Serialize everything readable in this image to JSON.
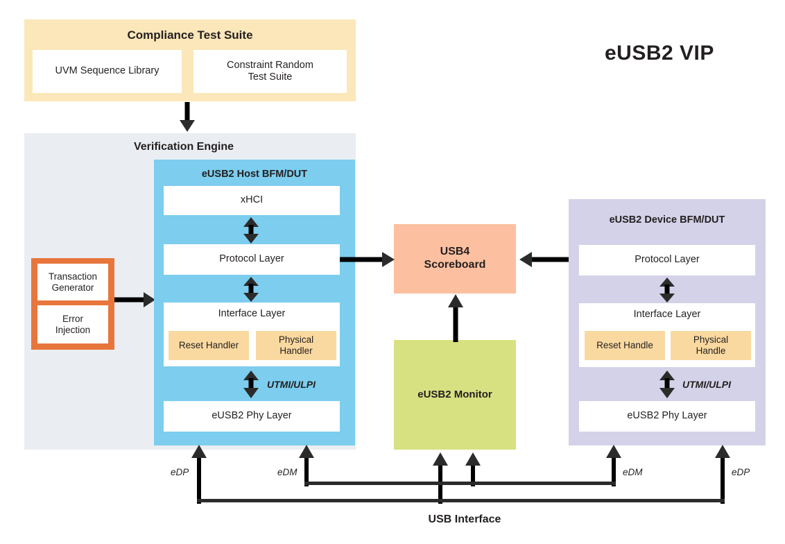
{
  "diagram": {
    "title": "eUSB2  VIP",
    "bus_label": "USB Interface"
  },
  "compliance": {
    "heading": "Compliance Test Suite",
    "items": [
      {
        "label": "UVM Sequence Library"
      },
      {
        "label": "Constraint Random\nTest Suite"
      }
    ]
  },
  "verification_engine": {
    "heading": "Verification Engine"
  },
  "stimulus": {
    "items": [
      {
        "label": "Transaction\nGenerator"
      },
      {
        "label": "Error\nInjection"
      }
    ]
  },
  "host": {
    "heading": "eUSB2 Host BFM/DUT",
    "layers": [
      {
        "label": "xHCI"
      },
      {
        "label": "Protocol Layer"
      },
      {
        "label": "Interface Layer"
      },
      {
        "label": "eUSB2 Phy Layer"
      }
    ],
    "handlers": [
      {
        "label": "Reset Handler"
      },
      {
        "label": "Physical\nHandler"
      }
    ],
    "phy_bus_label": "UTMI/ULPI"
  },
  "device": {
    "heading": "eUSB2 Device BFM/DUT",
    "layers": [
      {
        "label": "Protocol Layer"
      },
      {
        "label": "Interface Layer"
      },
      {
        "label": "eUSB2 Phy Layer"
      }
    ],
    "handlers": [
      {
        "label": "Reset Handle"
      },
      {
        "label": "Physical\nHandle"
      }
    ],
    "phy_bus_label": "UTMI/ULPI"
  },
  "scoreboard": {
    "label": "USB4\nScoreboard"
  },
  "monitor": {
    "label": "eUSB2 Monitor"
  },
  "signals": [
    {
      "name": "host-edp",
      "label": "eDP"
    },
    {
      "name": "host-edm",
      "label": "eDM"
    },
    {
      "name": "device-edm",
      "label": "eDM"
    },
    {
      "name": "device-edp",
      "label": "eDP"
    }
  ],
  "colors": {
    "compliance_bg": "#fbe7b9",
    "engine_bg": "#eaeef2",
    "host_bg": "#7ccdee",
    "device_bg": "#d4d2e8",
    "scoreboard_bg": "#fcc0a0",
    "monitor_bg": "#d8e181",
    "handler_bg": "#fad9a0",
    "stimulus_bg": "#e8763c",
    "line": "#2b2b2b"
  }
}
